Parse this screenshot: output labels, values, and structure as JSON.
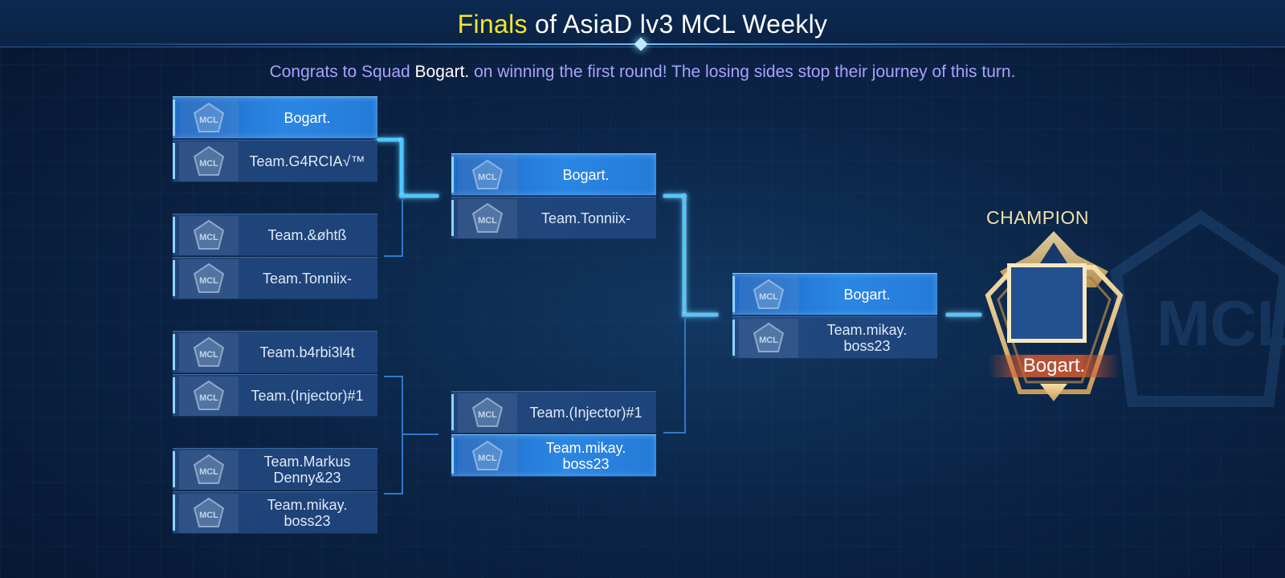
{
  "header": {
    "title_highlight": "Finals",
    "title_rest": " of AsiaD lv3 MCL Weekly",
    "subtitle_before": "Congrats to Squad ",
    "subtitle_team": "Bogart.",
    "subtitle_after": " on winning the first round! The losing sides stop their journey of this turn."
  },
  "round1": [
    {
      "top": "Bogart.",
      "bottom": "Team.G4RCIA√™"
    },
    {
      "top": "Team.&øhtß",
      "bottom": "Team.Tonniix-"
    },
    {
      "top": "Team.b4rbi3l4t",
      "bottom": "Team.(Injector)#1"
    },
    {
      "top": "Team.Markus\nDenny&23",
      "bottom": "Team.mikay.\nboss23"
    }
  ],
  "round2": [
    {
      "top": "Bogart.",
      "bottom": "Team.Tonniix-"
    },
    {
      "top": "Team.(Injector)#1",
      "bottom": "Team.mikay.\nboss23"
    }
  ],
  "final": {
    "top": "Bogart.",
    "bottom": "Team.mikay.\nboss23"
  },
  "champion": {
    "label": "CHAMPION",
    "name": "Bogart."
  },
  "logo_text": "MCL",
  "colors": {
    "highlight": "#f3e62d",
    "subtitle": "#a9a1ff",
    "winner_slot": "#2b86e3",
    "connector_glow": "#4fc8ff",
    "champion_gold": "#f2e0a8"
  }
}
